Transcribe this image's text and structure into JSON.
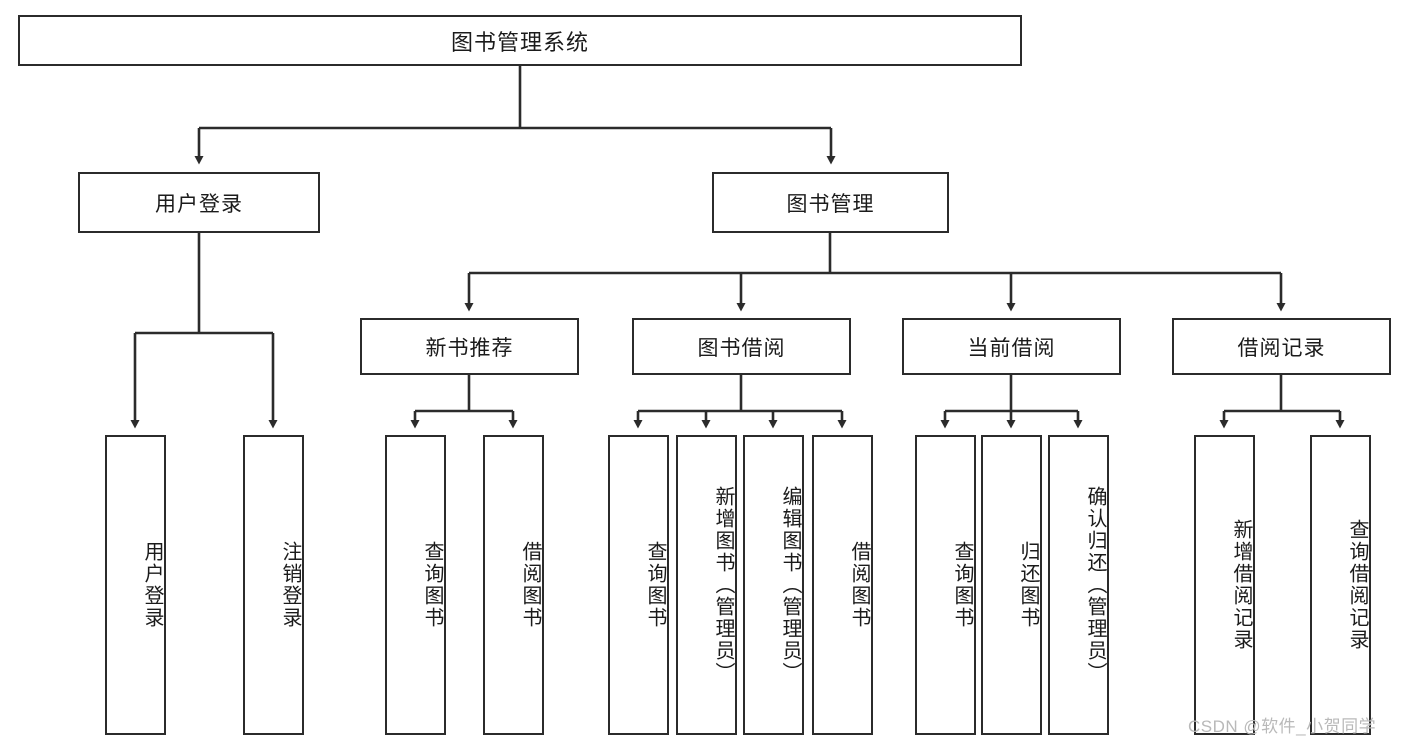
{
  "diagram": {
    "type": "tree-hierarchy-flowchart",
    "title": "图书管理系统",
    "orientation": "top-down",
    "colors": {
      "box_border": "#2b2b2b",
      "box_fill": "#ffffff",
      "connector": "#2b2b2b",
      "text": "#1b1b1b",
      "watermark": "#b9b9b9",
      "background": "#ffffff"
    },
    "levels": {
      "root": {
        "label": "图书管理系统"
      },
      "level2": [
        {
          "id": "user-login",
          "label": "用户登录"
        },
        {
          "id": "book-management",
          "label": "图书管理"
        }
      ],
      "level3": [
        {
          "id": "new-book-recommend",
          "label": "新书推荐",
          "parent": "book-management"
        },
        {
          "id": "book-borrow",
          "label": "图书借阅",
          "parent": "book-management"
        },
        {
          "id": "current-borrow",
          "label": "当前借阅",
          "parent": "book-management"
        },
        {
          "id": "borrow-record",
          "label": "借阅记录",
          "parent": "book-management"
        }
      ],
      "leaves": [
        {
          "id": "leaf-user-login",
          "label": "用户登录",
          "parent": "user-login"
        },
        {
          "id": "leaf-user-logout",
          "label": "注销登录",
          "parent": "user-login"
        },
        {
          "id": "leaf-query-book-1",
          "label": "查询图书",
          "parent": "new-book-recommend"
        },
        {
          "id": "leaf-borrow-book-1",
          "label": "借阅图书",
          "parent": "new-book-recommend"
        },
        {
          "id": "leaf-query-book-2",
          "label": "查询图书",
          "parent": "book-borrow"
        },
        {
          "id": "leaf-add-book",
          "label": "新增图书（管理员）",
          "parent": "book-borrow"
        },
        {
          "id": "leaf-edit-book",
          "label": "编辑图书（管理员）",
          "parent": "book-borrow"
        },
        {
          "id": "leaf-borrow-book-2",
          "label": "借阅图书",
          "parent": "book-borrow"
        },
        {
          "id": "leaf-query-book-3",
          "label": "查询图书",
          "parent": "current-borrow"
        },
        {
          "id": "leaf-return-book",
          "label": "归还图书",
          "parent": "current-borrow"
        },
        {
          "id": "leaf-confirm-return",
          "label": "确认归还（管理员）",
          "parent": "current-borrow"
        },
        {
          "id": "leaf-add-record",
          "label": "新增借阅记录",
          "parent": "borrow-record"
        },
        {
          "id": "leaf-query-record",
          "label": "查询借阅记录",
          "parent": "borrow-record"
        }
      ]
    }
  },
  "watermark": {
    "text": "CSDN @软件_小贺同学"
  }
}
